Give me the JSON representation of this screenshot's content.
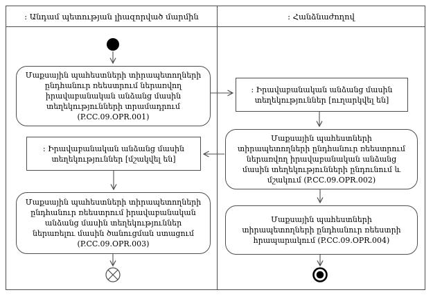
{
  "diagram": {
    "type": "uml-activity-swimlane",
    "lanes": [
      {
        "id": "member-state-authorized-body",
        "title": ": Անդամ պետության լիազորված մարմին"
      },
      {
        "id": "commission",
        "title": ": Հանձնաժողով"
      }
    ],
    "activities": {
      "opr001": "Մաքսային պահեստների տիրապետողների ընդհանուր ռեեստրում ներառվող իրավաբանական անձանց մասին տեղեկությունների տրամադրում (P.CC.09.OPR.001)",
      "opr002": "Մաքսային պահեստների տիրապետողների ընդհանուր ռեեստրում ներառվող իրավաբանական անձանց մասին տեղեկությունների ընդունում և մշակում (P.CC.09.OPR.002)",
      "opr003": "Մաքսային պահեստների տիրապետողների ընդհանուր ռեեստրում իրավաբանական անձանց մասին տեղեկություններ ներառելու մասին ծանուցման ստացում (P.CC.09.OPR.003)",
      "opr004": "Մաքսային պահեստների տիրապետողների ընդհանուր ռեեստրի հրապարակում (P.CC.09.OPR.004)"
    },
    "objects": {
      "sent": ": Իրավաբանական անձանց մասին տեղեկություններ [ուղարկվել են]",
      "processed": ": Իրավաբանական անձանց մասին տեղեկություններ [մշակվել են]"
    },
    "control_nodes": {
      "initial": "initial-node",
      "flow_final": "flow-final-node",
      "activity_final": "activity-final-node"
    },
    "colors": {
      "line": "#4d4d4d",
      "text": "#000000",
      "background": "#ffffff"
    }
  }
}
